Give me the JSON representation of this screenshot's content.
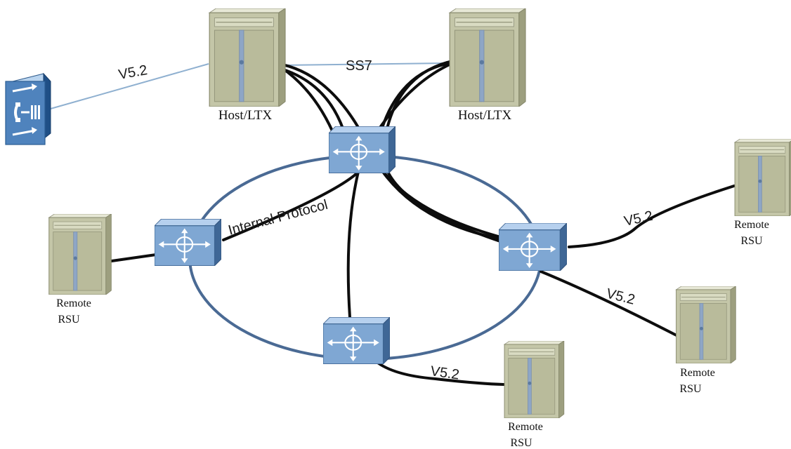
{
  "labels": {
    "host_left": "Host/LTX",
    "host_right": "Host/LTX",
    "rsu_right_top": [
      "Remote",
      "RSU"
    ],
    "rsu_left": [
      "Remote",
      "RSU"
    ],
    "rsu_right_bottom": [
      "Remote",
      "RSU"
    ],
    "rsu_bottom": [
      "Remote",
      "RSU"
    ]
  },
  "links": {
    "pbx_host": "V5.2",
    "host_host": "SS7",
    "ring": "Internal Protocol",
    "to_rsu_right_top": "V5.2",
    "to_rsu_right_bottom": "V5.2",
    "to_rsu_bottom": "V5.2"
  },
  "colors": {
    "ring": "#4a6a94",
    "thin_link": "#8fb0d0",
    "thick_link": "#0d0d0d",
    "router_face": "#7fa7d3",
    "server_body": "#c4c6a8"
  },
  "icons": {
    "pbx": "exchange-icon",
    "router": "router-icon",
    "server": "server-cabinet-icon"
  }
}
